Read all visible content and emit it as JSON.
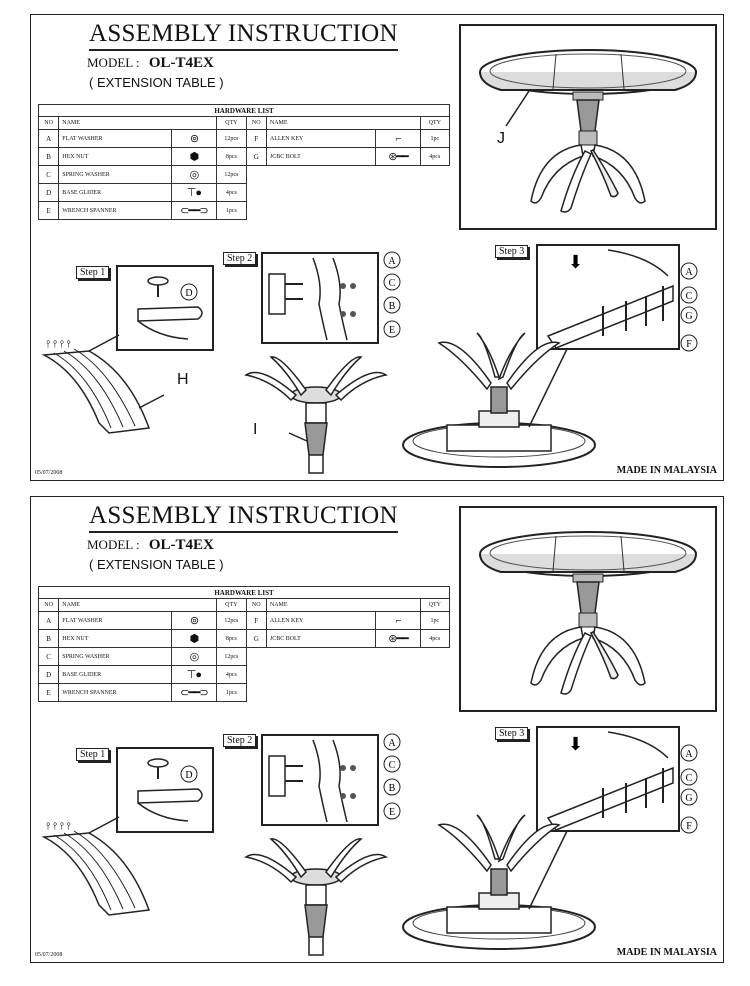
{
  "title": "ASSEMBLY INSTRUCTION",
  "model_label": "MODEL",
  "model_sep": ":",
  "model_code": "OL-T4EX",
  "subtitle": "( EXTENSION TABLE )",
  "hardware": {
    "title": "HARDWARE LIST",
    "headers": {
      "no": "NO",
      "name": "NAME",
      "qty": "QTY"
    },
    "left": [
      {
        "no": "A",
        "name": "FLAT WASHER",
        "qty": "12pcs",
        "icon": "flat-washer-icon"
      },
      {
        "no": "B",
        "name": "HEX NUT",
        "qty": "8pcs",
        "icon": "hex-nut-icon"
      },
      {
        "no": "C",
        "name": "SPRING WASHER",
        "qty": "12pcs",
        "icon": "spring-washer-icon"
      },
      {
        "no": "D",
        "name": "BASE GLIDER",
        "qty": "4pcs",
        "icon": "base-glider-icon"
      },
      {
        "no": "E",
        "name": "WRENCH SPANNER",
        "qty": "1pcs",
        "icon": "wrench-icon"
      }
    ],
    "right": [
      {
        "no": "F",
        "name": "ALLEN KEY",
        "qty": "1pc",
        "icon": "allen-key-icon"
      },
      {
        "no": "G",
        "name": "JCBC BOLT",
        "qty": "4pcs",
        "icon": "bolt-icon"
      }
    ]
  },
  "steps": {
    "step1": "Step 1",
    "step2": "Step 2",
    "step3": "Step 3"
  },
  "part_letters": {
    "j": "J",
    "h": "H",
    "i": "I"
  },
  "callouts": {
    "a": "A",
    "b": "B",
    "c": "C",
    "d": "D",
    "e": "E",
    "f": "F",
    "g": "G"
  },
  "date": "05/07/2008",
  "made_in": "MADE IN MALAYSIA"
}
